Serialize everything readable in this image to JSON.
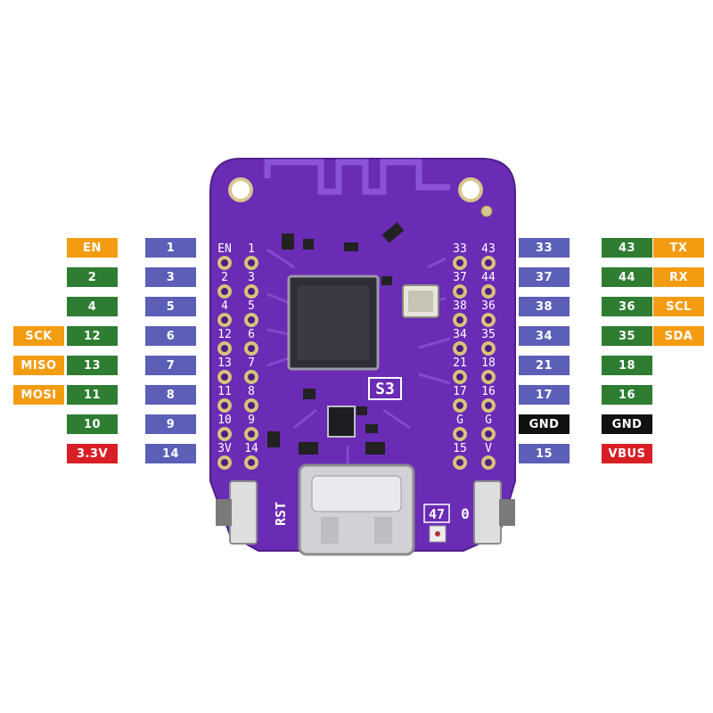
{
  "colors": {
    "board": "#6a2bb5",
    "gpio_badge": "#2e7d32",
    "pin_badge": "#5b5fb7",
    "function_badge": "#f39c12",
    "power_badge": "#d91f26",
    "ground_badge": "#111111"
  },
  "board": {
    "model_label": "S3",
    "reset_label": "RST",
    "boot_label": "0",
    "led_label": "47",
    "left_header": [
      "EN",
      "2",
      "4",
      "12",
      "13",
      "11",
      "10",
      "3V"
    ],
    "left_inner_header": [
      "1",
      "3",
      "5",
      "6",
      "7",
      "8",
      "9",
      "14"
    ],
    "right_inner_header": [
      "33",
      "37",
      "38",
      "34",
      "21",
      "17",
      "G",
      "15"
    ],
    "right_header": [
      "43",
      "44",
      "36",
      "35",
      "18",
      "16",
      "G",
      "V"
    ]
  },
  "left_labels": [
    {
      "func": "EN",
      "gpio": "",
      "pin": "1"
    },
    {
      "func": "",
      "gpio": "2",
      "pin": "3"
    },
    {
      "func": "",
      "gpio": "4",
      "pin": "5"
    },
    {
      "func": "SCK",
      "gpio": "12",
      "pin": "6"
    },
    {
      "func": "MISO",
      "gpio": "13",
      "pin": "7"
    },
    {
      "func": "MOSI",
      "gpio": "11",
      "pin": "8"
    },
    {
      "func": "",
      "gpio": "10",
      "pin": "9"
    },
    {
      "func": "3.3V",
      "gpio": "",
      "pin": "14"
    }
  ],
  "right_labels": [
    {
      "pin": "33",
      "gpio": "43",
      "func": "TX"
    },
    {
      "pin": "37",
      "gpio": "44",
      "func": "RX"
    },
    {
      "pin": "38",
      "gpio": "36",
      "func": "SCL"
    },
    {
      "pin": "34",
      "gpio": "35",
      "func": "SDA"
    },
    {
      "pin": "21",
      "gpio": "18",
      "func": ""
    },
    {
      "pin": "17",
      "gpio": "16",
      "func": ""
    },
    {
      "pin": "GND",
      "gpio": "GND",
      "func": ""
    },
    {
      "pin": "15",
      "gpio": "VBUS",
      "func": ""
    }
  ]
}
